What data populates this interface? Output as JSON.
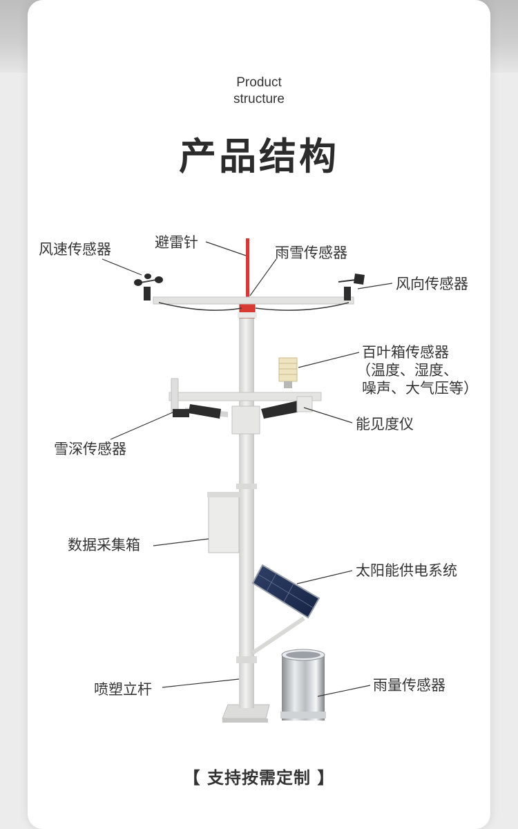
{
  "header": {
    "subtitle_line1": "Product",
    "subtitle_line2": "structure",
    "title": "产品结构"
  },
  "labels": {
    "wind_speed": "风速传感器",
    "lightning_rod": "避雷针",
    "rain_snow": "雨雪传感器",
    "wind_direction": "风向传感器",
    "louver_line1": "百叶箱传感器",
    "louver_line2": "（温度、湿度、",
    "louver_line3": "噪声、大气压等）",
    "visibility": "能见度仪",
    "snow_depth": "雪深传感器",
    "data_box": "数据采集箱",
    "solar": "太阳能供电系统",
    "pole": "喷塑立杆",
    "rain_gauge": "雨量传感器"
  },
  "footer": {
    "text": "【 支持按需定制 】"
  },
  "colors": {
    "pole": "#e4e4e2",
    "lightning_rod": "#d23a3a",
    "text": "#333333"
  }
}
